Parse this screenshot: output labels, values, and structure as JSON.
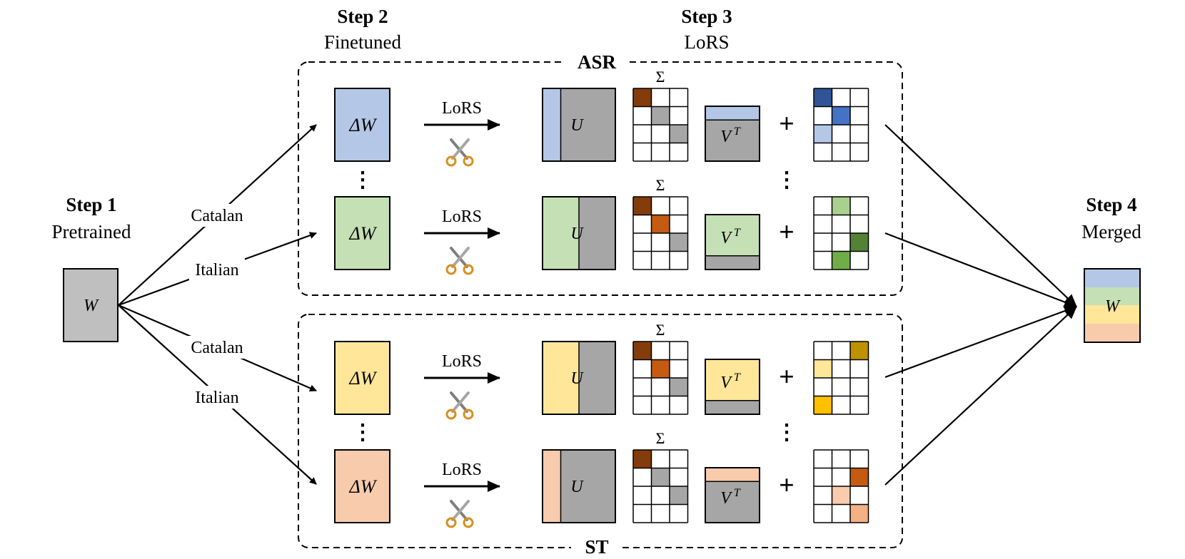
{
  "steps": {
    "step1": {
      "title": "Step 1",
      "subtitle": "Pretrained"
    },
    "step2": {
      "title": "Step 2",
      "subtitle": "Finetuned"
    },
    "step3": {
      "title": "Step 3",
      "subtitle": "LoRS"
    },
    "step4": {
      "title": "Step 4",
      "subtitle": "Merged"
    }
  },
  "groups": {
    "asr": "ASR",
    "st": "ST"
  },
  "languages": {
    "catalan_asr": "Catalan",
    "italian_asr": "Italian",
    "catalan_st": "Catalan",
    "italian_st": "Italian"
  },
  "matrix": {
    "w": "W",
    "delta_w": "ΔW",
    "u": "U",
    "vt_base": "V",
    "vt_sup": "T",
    "sigma": "Σ",
    "plus": "+",
    "lors_arrow": "LoRS",
    "vdots": "⋮"
  },
  "colors": {
    "blue": "#b4c7e7",
    "green": "#c5e0b4",
    "yellow": "#ffe699",
    "salmon": "#f8cbad",
    "gray": "#a6a6a6",
    "brown": "#843c0c",
    "orange": "#c55a11",
    "navy": "#2f5597",
    "mid_blue": "#4472c4",
    "dark_green": "#548235",
    "mid_green": "#70ad47",
    "light_green": "#a9d18e",
    "gold": "#bf9000",
    "amber": "#ffc000",
    "light_salmon": "#f4b183"
  },
  "icons": [
    "scissors-icon"
  ]
}
